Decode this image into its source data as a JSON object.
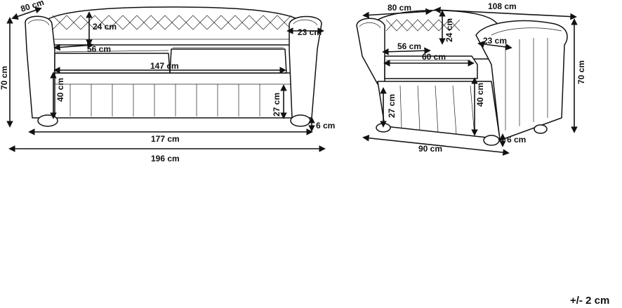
{
  "sofa": {
    "depth_label": "80 cm",
    "height_label": "70 cm",
    "back_label": "24 cm",
    "arm_label": "23 cm",
    "seat_depth_label": "56 cm",
    "seat_width_label": "147 cm",
    "seat_height_label": "40 cm",
    "underseat_label": "27 cm",
    "leg_label": "6 cm",
    "inner_width_label": "177 cm",
    "total_width_label": "196 cm"
  },
  "armchair": {
    "depth_label": "80 cm",
    "width_top_label": "108 cm",
    "height_label": "70 cm",
    "back_label": "24 cm",
    "arm_label": "23 cm",
    "seat_depth_label": "56 cm",
    "seat_width_label": "60 cm",
    "seat_height_label": "40 cm",
    "underseat_label": "27 cm",
    "leg_label": "6 cm",
    "width_label": "90 cm"
  },
  "tolerance": "+/- 2 cm"
}
